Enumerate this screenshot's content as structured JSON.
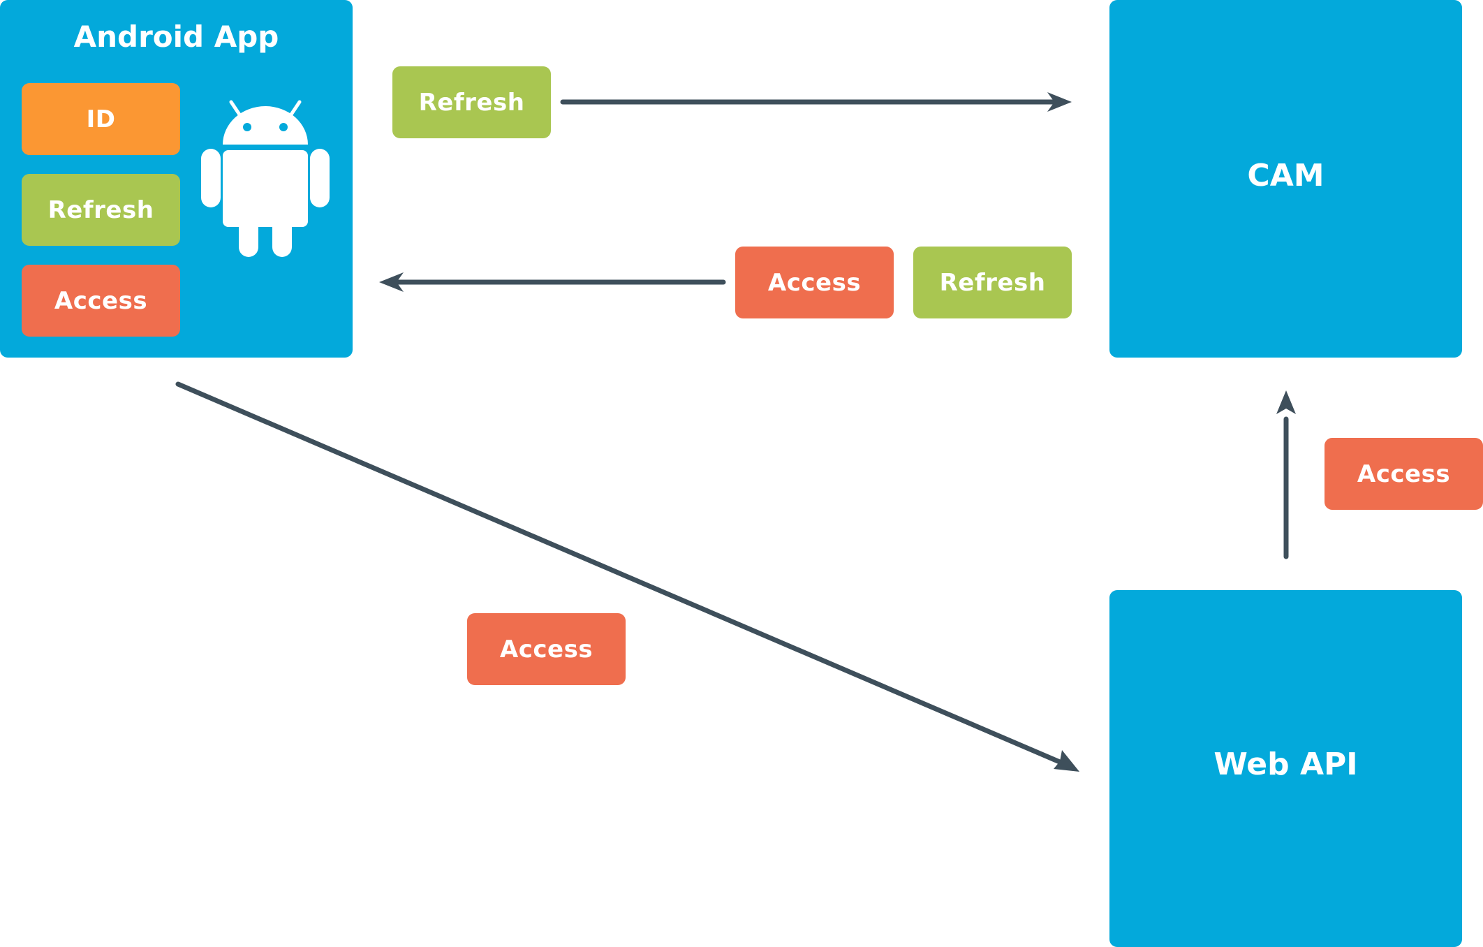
{
  "colors": {
    "node": "#03a9db",
    "id_token": "#fb9733",
    "refresh_token": "#a9c651",
    "access_token": "#ef6e4e",
    "arrow": "#3e4f5b",
    "text": "#ffffff"
  },
  "nodes": {
    "android_app": {
      "title": "Android App",
      "icon": "android-robot-icon"
    },
    "cam": {
      "title": "CAM"
    },
    "web_api": {
      "title": "Web API"
    }
  },
  "android_tokens": {
    "id": "ID",
    "refresh": "Refresh",
    "access": "Access"
  },
  "flows": {
    "to_cam": {
      "tokens": [
        "Refresh"
      ]
    },
    "from_cam": {
      "tokens": [
        "Access",
        "Refresh"
      ]
    },
    "to_web_api": {
      "tokens": [
        "Access"
      ]
    },
    "web_api_to_cam": {
      "tokens": [
        "Access"
      ]
    }
  }
}
